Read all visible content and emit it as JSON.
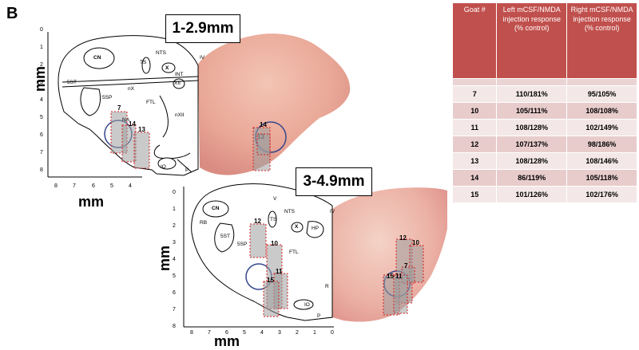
{
  "panel_letter": "B",
  "top_section": {
    "label": "1-2.9mm",
    "axis_y_label": "mm",
    "axis_x_label": "mm",
    "y_ticks": [
      "0",
      "1",
      "2",
      "3",
      "4",
      "5",
      "6",
      "7",
      "8"
    ],
    "x_ticks": [
      "8",
      "7",
      "6",
      "5",
      "4"
    ],
    "regions": {
      "CN": "CN",
      "TS": "TS",
      "NTS": "NTS",
      "X": "X",
      "INT": "INT",
      "XII": "XII",
      "IV": "IV",
      "SST": "5ST",
      "SSP": "5SP",
      "NX": "nX",
      "FTL": "FTL",
      "NXII": "nXII",
      "NA": "NA",
      "IO": "IO",
      "P": "P"
    },
    "goats_left": [
      "7",
      "14",
      "13"
    ],
    "goats_right": [
      "14",
      "13"
    ]
  },
  "bottom_section": {
    "label": "3-4.9mm",
    "axis_y_label": "mm",
    "axis_x_label": "mm",
    "y_ticks": [
      "0",
      "1",
      "2",
      "3",
      "4",
      "5",
      "6",
      "7",
      "8"
    ],
    "x_ticks": [
      "8",
      "7",
      "6",
      "5",
      "4",
      "3",
      "2",
      "1",
      "0"
    ],
    "regions": {
      "RB": "RB",
      "CN": "CN",
      "TS": "TS",
      "V": "V",
      "NTS": "NTS",
      "IV": "IV",
      "X": "X",
      "HP": "HP",
      "SST": "5ST",
      "SSP": "5SP",
      "FTL": "FTL",
      "R": "R",
      "IO": "IO",
      "P": "P"
    },
    "goats_left": [
      "12",
      "10",
      "11",
      "15"
    ],
    "goats_right": [
      "12",
      "10",
      "7",
      "15",
      "11"
    ]
  },
  "table": {
    "headers": [
      "Goat #",
      "Left mCSF/NMDA injection response (% control)",
      "Right mCSF/NMDA injection response (% control)"
    ],
    "rows": [
      [
        "7",
        "110/181%",
        "95/105%"
      ],
      [
        "10",
        "105/111%",
        "108/108%"
      ],
      [
        "11",
        "108/128%",
        "102/149%"
      ],
      [
        "12",
        "107/137%",
        "98/186%"
      ],
      [
        "13",
        "108/128%",
        "108/146%"
      ],
      [
        "14",
        "86/119%",
        "105/118%"
      ],
      [
        "15",
        "101/126%",
        "102/176%"
      ]
    ]
  }
}
